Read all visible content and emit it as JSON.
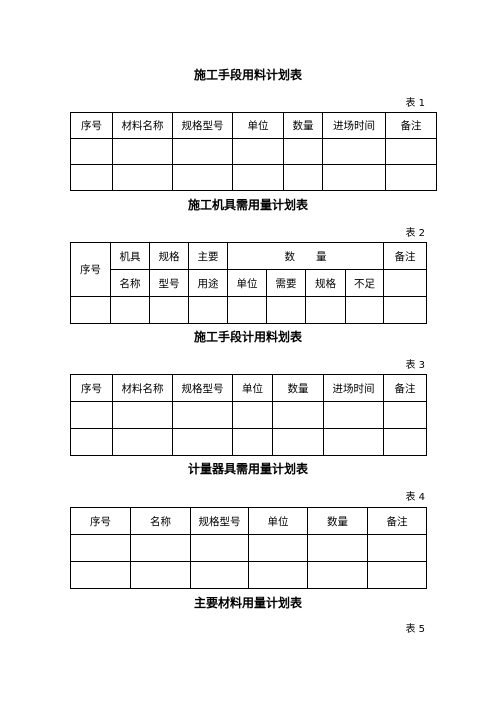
{
  "t1": {
    "title": "施工手段用料计划表",
    "tag": "表 1",
    "headers": [
      "序号",
      "材料名称",
      "规格型号",
      "单位",
      "数量",
      "进场时间",
      "备注"
    ]
  },
  "t2": {
    "title": "施工机具需用量计划表",
    "tag": "表 2",
    "h_seq": "序号",
    "h_machine": [
      "机具",
      "名称"
    ],
    "h_spec": [
      "规格",
      "型号"
    ],
    "h_use": [
      "主要",
      "用途"
    ],
    "h_qty": "数　　量",
    "h_remark": "备注",
    "sub": [
      "单位",
      "需要",
      "规格",
      "不足"
    ]
  },
  "t3": {
    "title": "施工手段计用料划表",
    "tag": "表 3",
    "headers": [
      "序号",
      "材料名称",
      "规格型号",
      "单位",
      "数量",
      "进场时间",
      "备注"
    ]
  },
  "t4": {
    "title": "计量器具需用量计划表",
    "tag": "表 4",
    "headers": [
      "序号",
      "名称",
      "规格型号",
      "单位",
      "数量",
      "备注"
    ]
  },
  "t5": {
    "title": "主要材料用量计划表",
    "tag": "表 5"
  }
}
